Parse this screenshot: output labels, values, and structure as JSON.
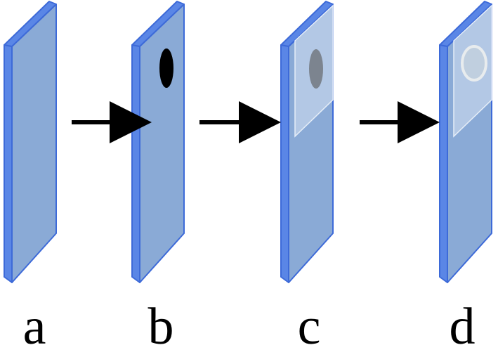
{
  "steps": [
    {
      "label": "a",
      "stage": "bare-slide"
    },
    {
      "label": "b",
      "stage": "slide-with-dark-spot"
    },
    {
      "label": "c",
      "stage": "spot-covered-by-translucent-film"
    },
    {
      "label": "d",
      "stage": "film-with-clear-ring"
    }
  ],
  "colors": {
    "slide_face": "#8aaad6",
    "slide_edge": "#5a86e6",
    "slide_outline": "#3d6ad8",
    "spot": "#000000",
    "film": "#cfdcef",
    "ring": "#e8ecee",
    "arrow": "#000000"
  }
}
